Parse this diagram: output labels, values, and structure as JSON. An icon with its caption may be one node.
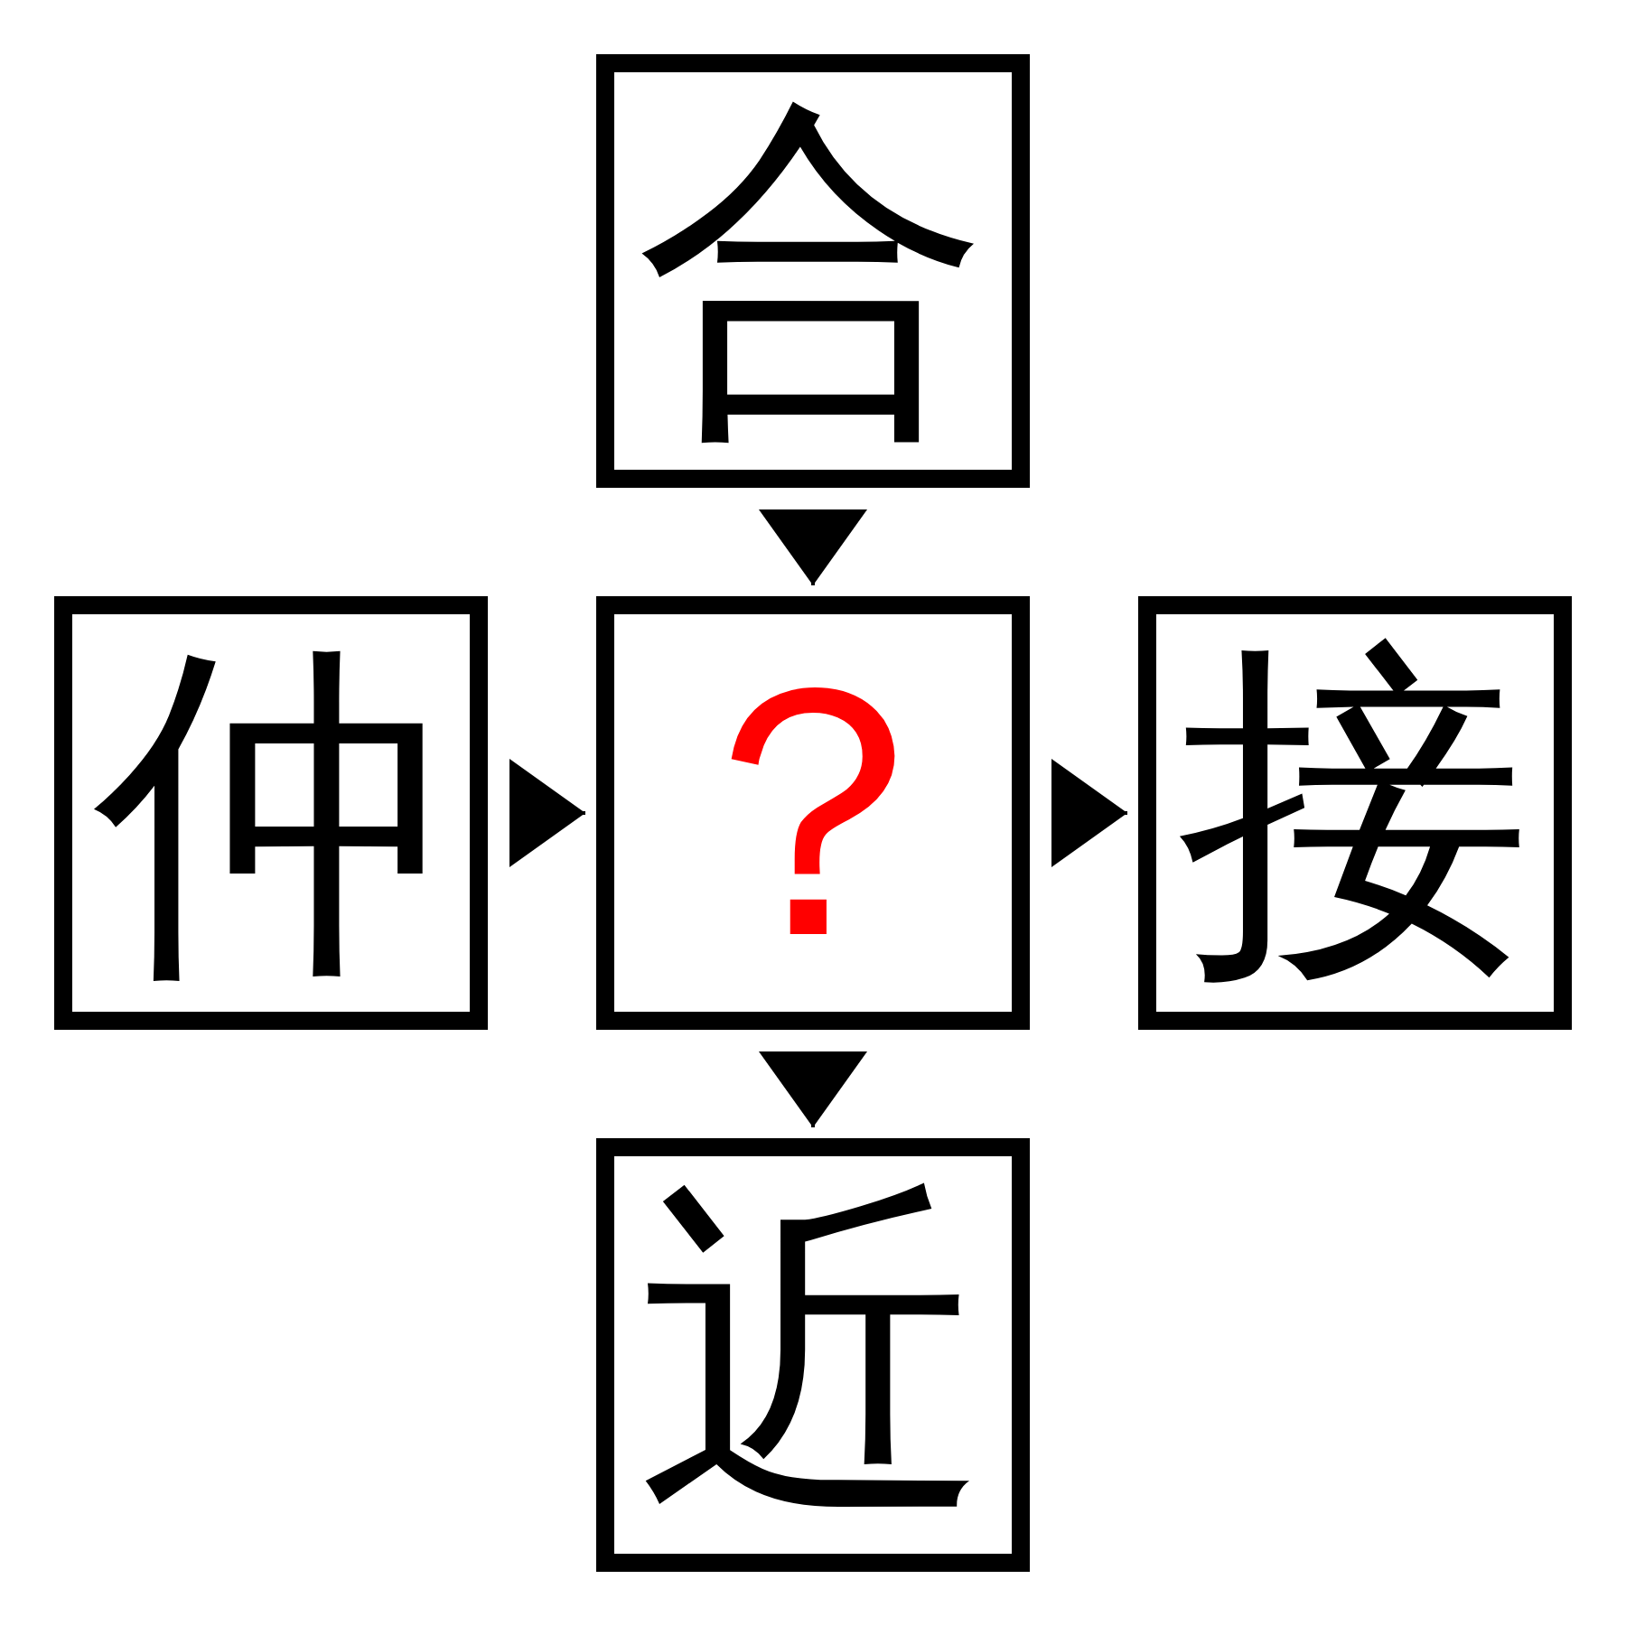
{
  "diagram": {
    "nodes": [
      {
        "text": [
          "合"
        ]
      },
      {
        "text": [
          "仲"
        ]
      },
      {
        "text": [
          "？"
        ]
      },
      {
        "text": [
          "接"
        ]
      },
      {
        "text": [
          "近"
        ]
      }
    ],
    "edges": [
      {
        "from": 0,
        "to": 2,
        "arrow": "to"
      },
      {
        "from": 1,
        "to": 2,
        "arrow": "to"
      },
      {
        "from": 2,
        "to": 3,
        "arrow": "to"
      },
      {
        "from": 2,
        "to": 4,
        "arrow": "to"
      }
    ]
  }
}
